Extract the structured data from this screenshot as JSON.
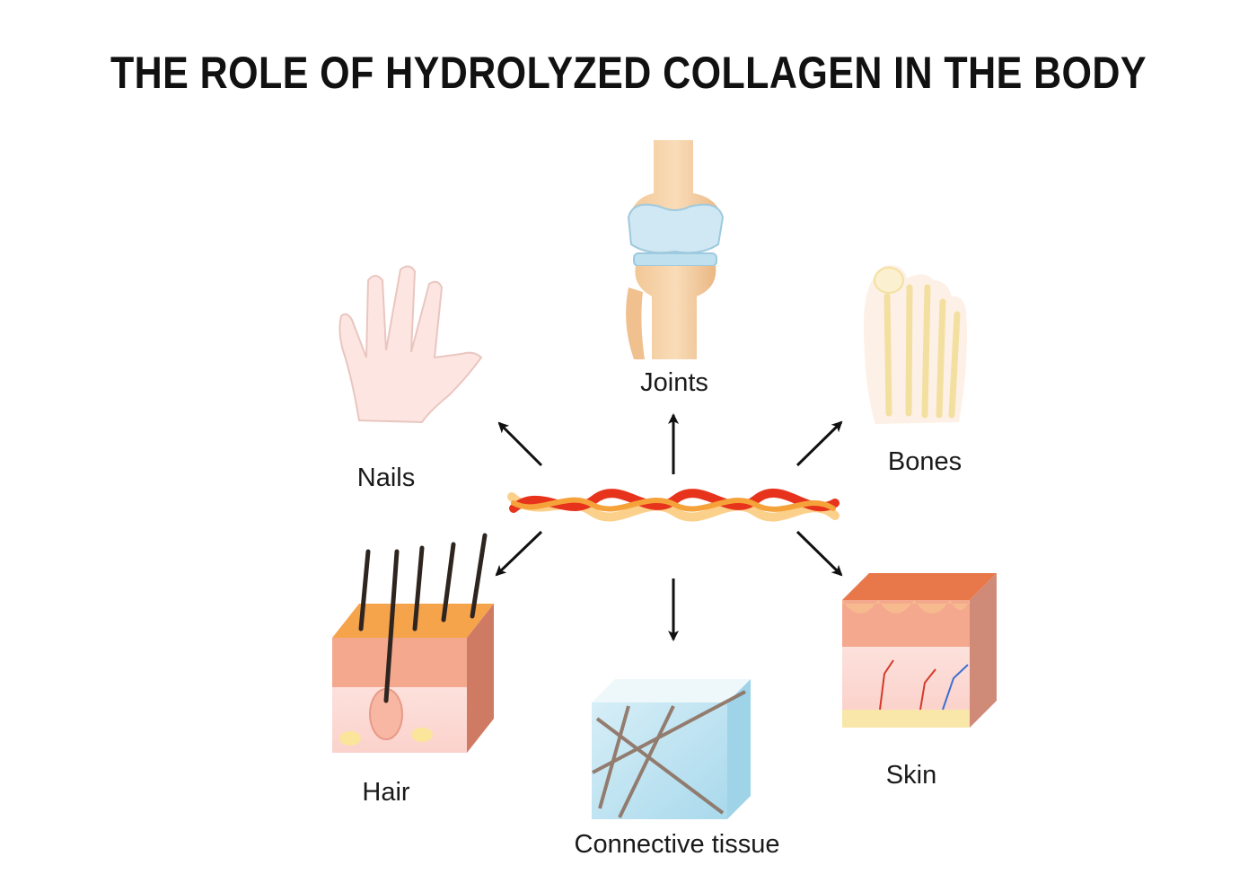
{
  "title": "THE ROLE OF HYDROLYZED COLLAGEN IN THE BODY",
  "center": {
    "icon": "collagen-fiber-icon",
    "colors": [
      "#e8331c",
      "#f5a23a",
      "#fbd08a"
    ]
  },
  "targets": {
    "joints": {
      "label": "Joints",
      "icon": "knee-joint-icon"
    },
    "nails": {
      "label": "Nails",
      "icon": "hand-icon"
    },
    "bones": {
      "label": "Bones",
      "icon": "foot-bones-icon"
    },
    "hair": {
      "label": "Hair",
      "icon": "hair-follicle-icon"
    },
    "connective": {
      "label": "Connective tissue",
      "icon": "connective-tissue-cube-icon"
    },
    "skin": {
      "label": "Skin",
      "icon": "skin-layers-icon"
    }
  },
  "arrow_color": "#111111"
}
